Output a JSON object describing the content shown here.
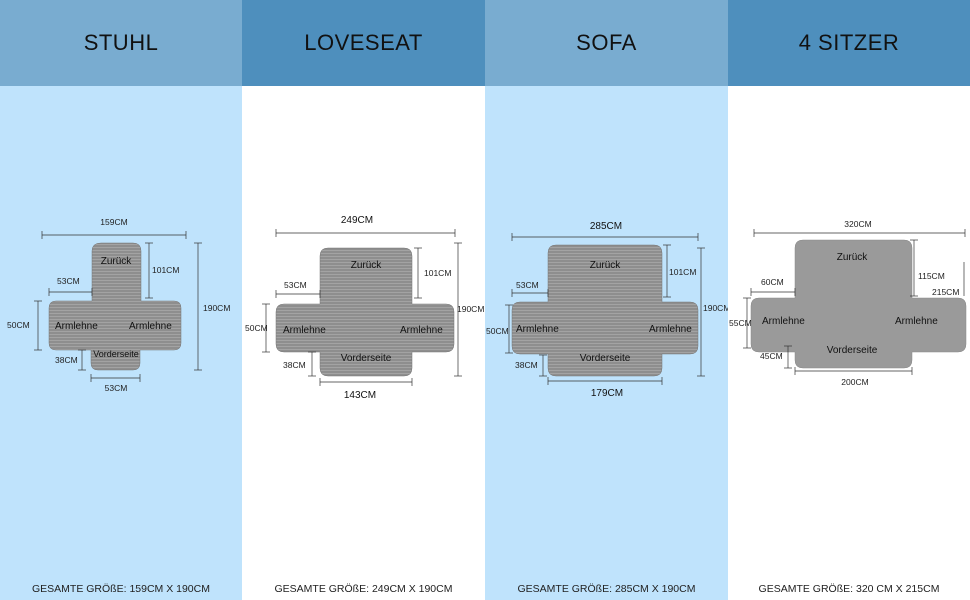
{
  "colors": {
    "header_light": "#79acd0",
    "header_dark": "#4e8fbd",
    "body_light": "#bfe3fc",
    "body_white": "#ffffff",
    "fabric": "#8e8e8e",
    "fabric_solid": "#9a9a9a"
  },
  "columns": [
    {
      "title": "STUHL",
      "total_label": "GESAMTE GRÖßE:",
      "total_value": "159CM X 190CM",
      "parts": {
        "back": "Zurück",
        "arm_left": "Armlehne",
        "arm_right": "Armlehne",
        "front": "Vorderseite"
      },
      "dims": {
        "top": "159CM",
        "back_height": "101CM",
        "total_height": "190CM",
        "back_offset": "53CM",
        "arm_height": "50CM",
        "front_height": "38CM",
        "bottom": "53CM"
      }
    },
    {
      "title": "LOVESEAT",
      "total_label": "GESAMTE GRÖßE:",
      "total_value": "249CM X 190CM",
      "parts": {
        "back": "Zurück",
        "arm_left": "Armlehne",
        "arm_right": "Armlehne",
        "front": "Vorderseite"
      },
      "dims": {
        "top": "249CM",
        "back_height": "101CM",
        "total_height": "190CM",
        "back_offset": "53CM",
        "arm_height": "50CM",
        "front_height": "38CM",
        "bottom": "143CM"
      }
    },
    {
      "title": "SOFA",
      "total_label": "GESAMTE GRÖßE:",
      "total_value": "285CM X 190CM",
      "parts": {
        "back": "Zurück",
        "arm_left": "Armlehne",
        "arm_right": "Armlehne",
        "front": "Vorderseite"
      },
      "dims": {
        "top": "285CM",
        "back_height": "101CM",
        "total_height": "190CM",
        "back_offset": "53CM",
        "arm_height": "50CM",
        "front_height": "38CM",
        "bottom": "179CM"
      }
    },
    {
      "title": "4 SITZER",
      "total_label": "GESAMTE GRÖßE:",
      "total_value": "320 CM X 215CM",
      "parts": {
        "back": "Zurück",
        "arm_left": "Armlehne",
        "arm_right": "Armlehne",
        "front": "Vorderseite"
      },
      "dims": {
        "top": "320CM",
        "back_height": "115CM",
        "total_height": "215CM",
        "back_offset": "60CM",
        "arm_height": "55CM",
        "front_height": "45CM",
        "bottom": "200CM"
      }
    }
  ]
}
